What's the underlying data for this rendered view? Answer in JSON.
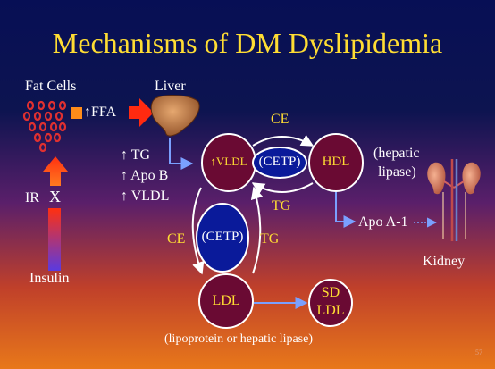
{
  "title": "Mechanisms of DM Dyslipidemia",
  "labels": {
    "fat_cells": "Fat Cells",
    "liver": "Liver",
    "ffa": "↑FFA",
    "ir": "IR",
    "x_mark": "X",
    "insulin": "Insulin",
    "liver_outputs": [
      "↑ TG",
      "↑ Apo B",
      "↑ VLDL"
    ],
    "ce_top": "CE",
    "tg_top": "TG",
    "ce_left": "CE",
    "tg_left": "TG",
    "hepatic_lipase": [
      "(hepatic",
      "lipase)"
    ],
    "apo_a1": "Apo A-1",
    "kidney": "Kidney",
    "footer": "(lipoprotein or hepatic lipase)",
    "page_number": "57"
  },
  "nodes": {
    "vldl": "↑VLDL",
    "cetp_top": "(CETP)",
    "hdl": "HDL",
    "cetp_left": "(CETP)",
    "ldl": "LDL",
    "sd_ldl": [
      "SD",
      "LDL"
    ]
  },
  "colors": {
    "title": "#ffdd33",
    "node_fill": "#6a0a33",
    "cetp_fill": "#0a1a9a",
    "node_stroke": "#ffffff",
    "arrow_blue": "#7aa0ff",
    "fat_cell": "#e03030"
  }
}
